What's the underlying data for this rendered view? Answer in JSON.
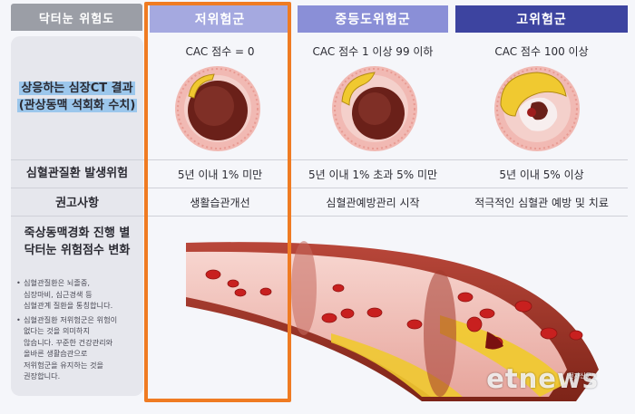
{
  "table": {
    "left_header": "닥터눈 위험도",
    "columns": [
      {
        "header": "저위험군",
        "cac": "CAC 점수 = 0",
        "risk": "5년 이내 1% 미만",
        "advice": "생활습관개선",
        "color": "#a5a9e0"
      },
      {
        "header": "중등도위험군",
        "cac": "CAC 점수 1 이상 99 이하",
        "risk": "5년 이내 1% 초과 5% 미만",
        "advice": "심혈관예방관리 시작",
        "color": "#8a8fd7"
      },
      {
        "header": "고위험군",
        "cac": "CAC 점수 100 이상",
        "risk": "5년 이내 5% 이상",
        "advice": "적극적인 심혈관 예방 및 치료",
        "color": "#3d44a0"
      }
    ],
    "rows": {
      "ct_line1": "상응하는 심장CT 결과",
      "ct_line2": "(관상동맥 석회화 수치)",
      "risk": "심혈관질환 발생위험",
      "advice": "권고사항",
      "progress_line1": "죽상동맥경화 진행 별",
      "progress_line2": "닥터눈 위험점수 변화"
    },
    "notes": [
      [
        "심혈관질환은 뇌졸중,",
        "심장마비, 심근경색 등",
        "심혈관계 질환을 통칭합니다."
      ],
      [
        "심혈관질환 저위험군은 위험이",
        "없다는 것을 의미하지",
        "않습니다. 꾸준한 건강관리와",
        "올바른 생활습관으로",
        "저위험군을 유지하는 것을",
        "권장합니다."
      ]
    ]
  },
  "watermark": {
    "text": "etnews",
    "sub": "전자신문"
  },
  "colors": {
    "highlight": "#ef7b22",
    "panel": "#e6e7ed",
    "artery": "#7a2a22",
    "plaque": "#f0c930"
  }
}
